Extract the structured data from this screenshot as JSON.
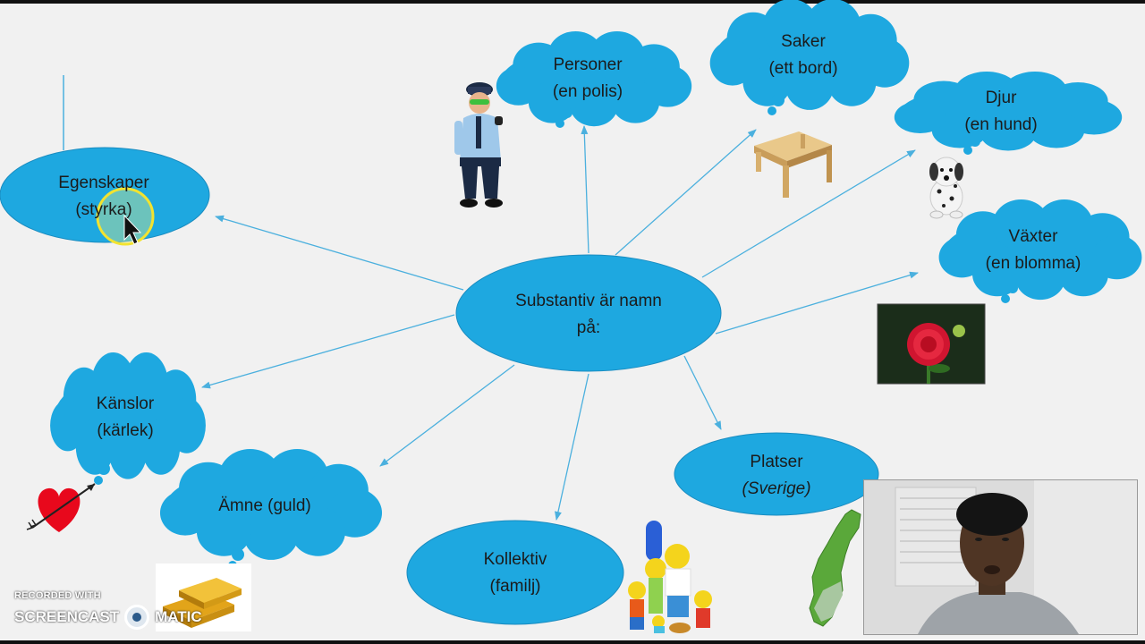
{
  "central": {
    "line1": "Substantiv är namn",
    "line2": "på:"
  },
  "nodes": {
    "personer": {
      "line1": "Personer",
      "line2": "(en polis)"
    },
    "saker": {
      "line1": "Saker",
      "line2": "(ett bord)"
    },
    "djur": {
      "line1": "Djur",
      "line2": "(en hund)"
    },
    "vaxter": {
      "line1": "Växter",
      "line2": "(en blomma)"
    },
    "platser": {
      "line1": "Platser",
      "line2": "(Sverige)"
    },
    "kollektiv": {
      "line1": "Kollektiv",
      "line2": "(familj)"
    },
    "amne": {
      "line1": "Ämne (guld)"
    },
    "kanslor": {
      "line1": "Känslor",
      "line2": "(kärlek)"
    },
    "egenskaper": {
      "line1": "Egenskaper",
      "line2": "(styrka)"
    }
  },
  "watermark": {
    "small": "RECORDED WITH",
    "left": "SCREENCAST",
    "right": "MATIC"
  },
  "colors": {
    "shape_fill": "#1ea8e0",
    "shape_stroke": "#1a8cc0",
    "arrow": "#4bb0de",
    "background": "#f1f1f1"
  }
}
